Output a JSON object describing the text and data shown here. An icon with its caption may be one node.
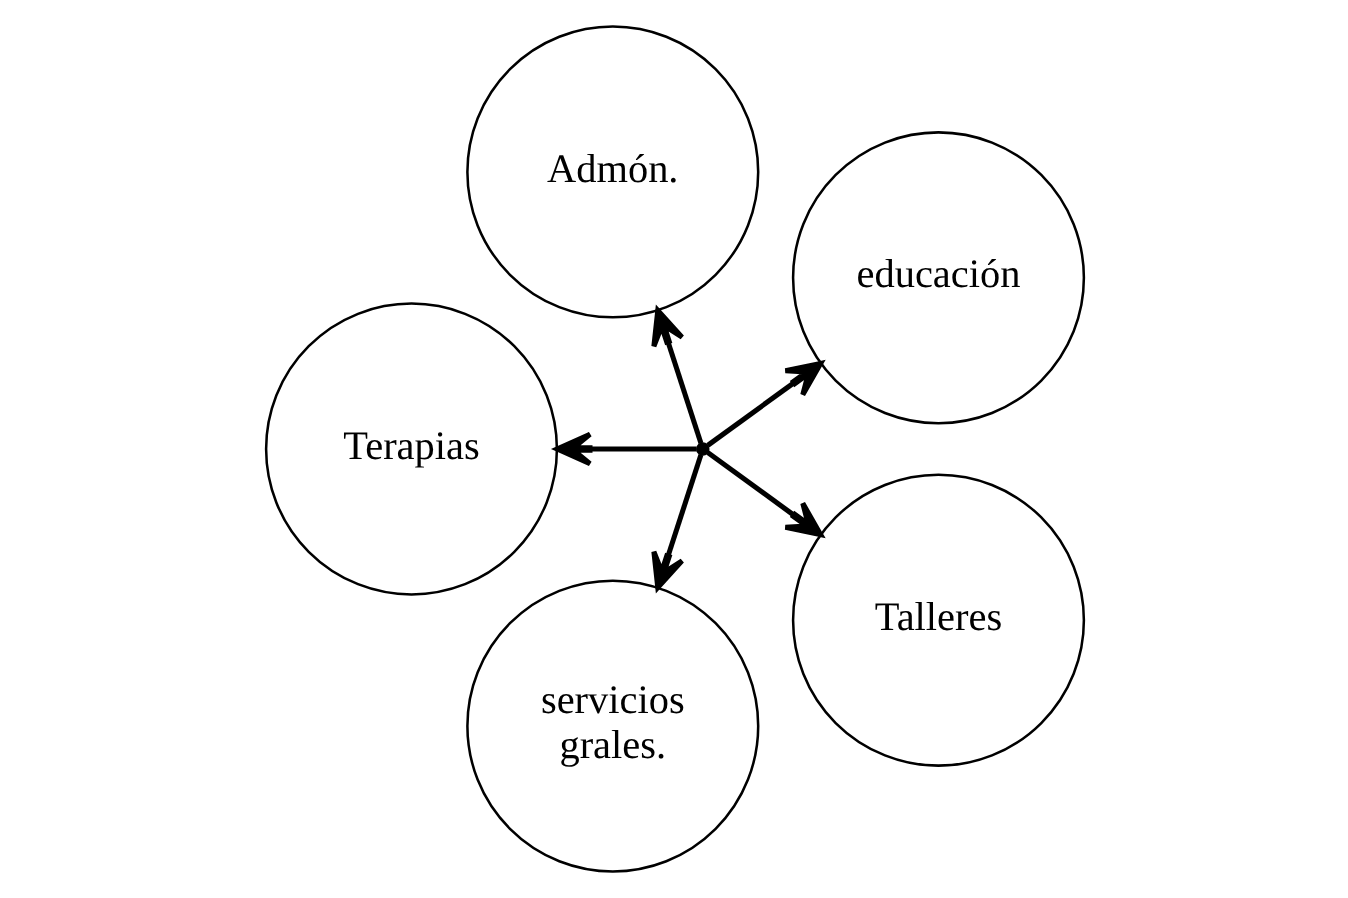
{
  "diagram": {
    "nodes": [
      {
        "text": [
          "educación"
        ]
      },
      {
        "text": [
          "Admón."
        ]
      },
      {
        "text": [
          "Terapias"
        ]
      },
      {
        "text": [
          "servicios grales."
        ]
      },
      {
        "text": [
          "Talleres"
        ]
      },
      {
        "text": [],
        "shape": "point"
      }
    ],
    "edges": [
      {
        "from": 5,
        "to": 1,
        "arrow": "to"
      },
      {
        "from": 5,
        "to": 0,
        "arrow": "to"
      },
      {
        "from": 5,
        "to": 2,
        "arrow": "to"
      },
      {
        "from": 5,
        "to": 3,
        "arrow": "to"
      },
      {
        "from": 5,
        "to": 4,
        "arrow": "to"
      }
    ]
  }
}
